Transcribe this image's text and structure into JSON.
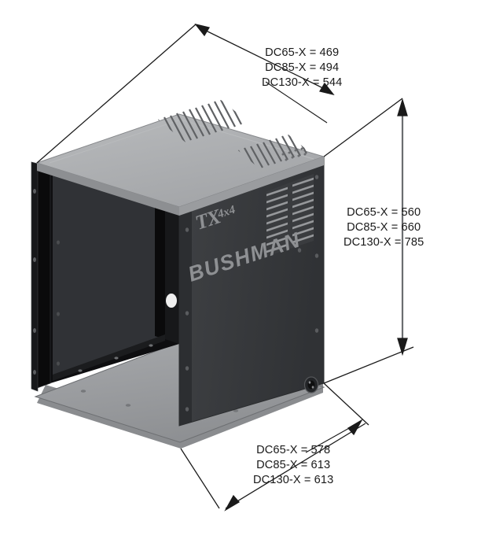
{
  "drawing": {
    "type": "isometric-technical-drawing",
    "subject": "TX 4x4 Bushman enclosure cabinet",
    "background_color": "#ffffff",
    "line_color": "#1a1a1a"
  },
  "product": {
    "brand_script": "TX 4x4",
    "brand_name": "BUSHMAN",
    "colors": {
      "top_panel": "#a9abad",
      "top_panel_light": "#b6b8ba",
      "front_face": "#3a3c3f",
      "side_face": "#35373a",
      "interior_dark": "#0d0d0e",
      "base_plate": "#9a9c9e",
      "vent_slot": "#6e7073",
      "logo": "#8e9093"
    }
  },
  "dimensions": {
    "top": {
      "name": "width-dimension",
      "lines": [
        "DC65-X = 469",
        "DC85-X = 494",
        "DC130-X = 544"
      ]
    },
    "right": {
      "name": "height-dimension",
      "lines": [
        "DC65-X = 560",
        "DC85-X = 660",
        "DC130-X = 785"
      ]
    },
    "bottom": {
      "name": "depth-dimension",
      "lines": [
        "DC65-X = 578",
        "DC85-X = 613",
        "DC130-X = 613"
      ]
    }
  }
}
